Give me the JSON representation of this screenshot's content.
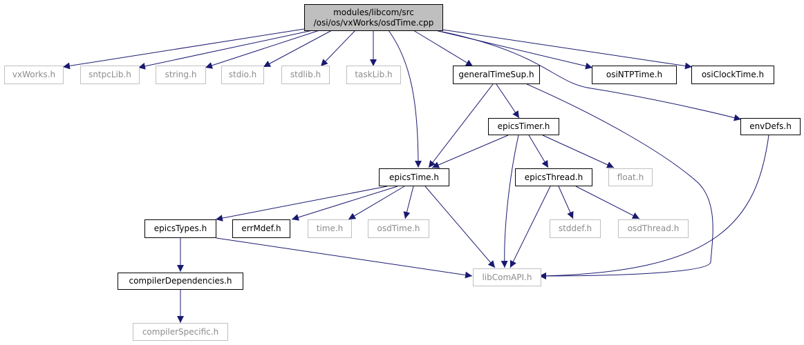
{
  "diagram": {
    "edge_color": "#191970",
    "root_fill": "#bfbfbf",
    "nodes": {
      "osdtime_cpp": {
        "label_lines": [
          "modules/libcom/src",
          "/osi/os/vxWorks/osdTime.cpp"
        ],
        "style": "root"
      },
      "vxworks_h": {
        "label": "vxWorks.h",
        "style": "gray"
      },
      "sntpclib_h": {
        "label": "sntpcLib.h",
        "style": "gray"
      },
      "string_h": {
        "label": "string.h",
        "style": "gray"
      },
      "stdio_h": {
        "label": "stdio.h",
        "style": "gray"
      },
      "stdlib_h": {
        "label": "stdlib.h",
        "style": "gray"
      },
      "tasklib_h": {
        "label": "taskLib.h",
        "style": "gray"
      },
      "generaltimesup_h": {
        "label": "generalTimeSup.h",
        "style": "black"
      },
      "osintptime_h": {
        "label": "osiNTPTime.h",
        "style": "black"
      },
      "osiclocktime_h": {
        "label": "osiClockTime.h",
        "style": "black"
      },
      "epicstimer_h": {
        "label": "epicsTimer.h",
        "style": "black"
      },
      "envdefs_h": {
        "label": "envDefs.h",
        "style": "black"
      },
      "epicstime_h": {
        "label": "epicsTime.h",
        "style": "black"
      },
      "epicsthread_h": {
        "label": "epicsThread.h",
        "style": "black"
      },
      "float_h": {
        "label": "float.h",
        "style": "gray"
      },
      "epicstypes_h": {
        "label": "epicsTypes.h",
        "style": "black"
      },
      "errmdef_h": {
        "label": "errMdef.h",
        "style": "black"
      },
      "time_h": {
        "label": "time.h",
        "style": "gray"
      },
      "osdtime_h": {
        "label": "osdTime.h",
        "style": "gray"
      },
      "stddef_h": {
        "label": "stddef.h",
        "style": "gray"
      },
      "osdthread_h": {
        "label": "osdThread.h",
        "style": "gray"
      },
      "compilerdependencies_h": {
        "label": "compilerDependencies.h",
        "style": "black"
      },
      "libcomapi_h": {
        "label": "libComAPI.h",
        "style": "gray"
      },
      "compilerspecific_h": {
        "label": "compilerSpecific.h",
        "style": "gray"
      }
    }
  }
}
